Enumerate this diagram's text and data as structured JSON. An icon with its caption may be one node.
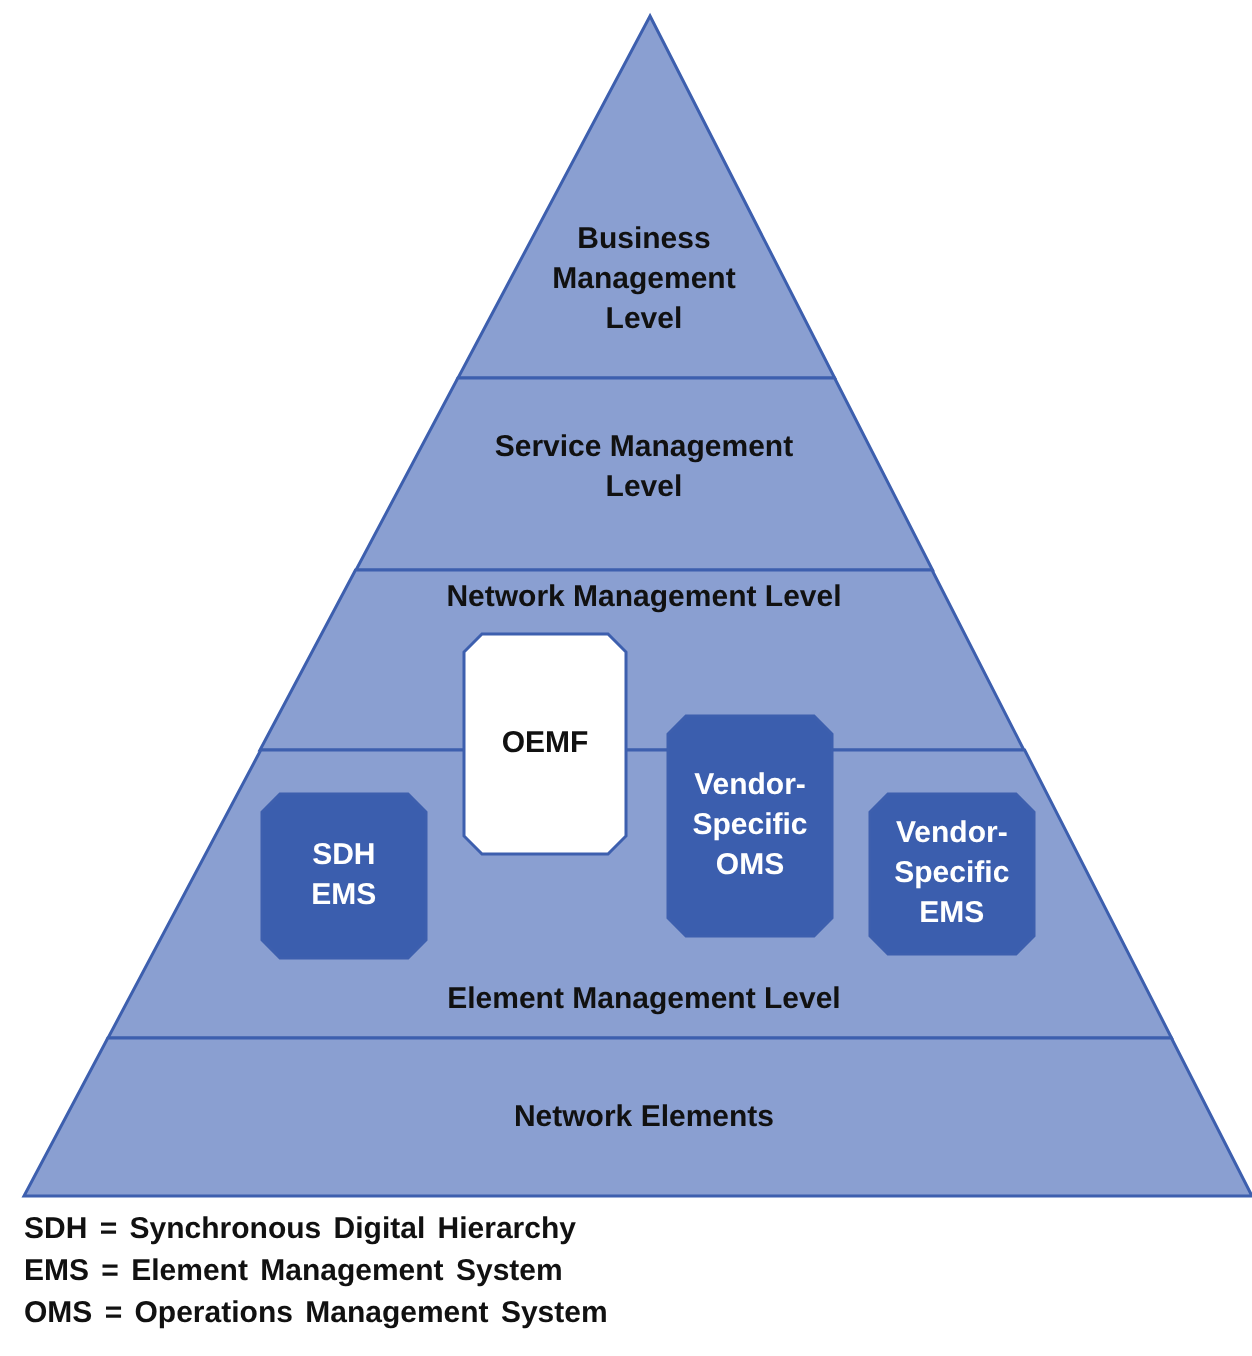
{
  "diagram": {
    "nodes": [
      {
        "text": [
          "Business Management Level"
        ]
      },
      {
        "text": [
          "Service Management Level"
        ]
      },
      {
        "text": [
          "Network Management Level"
        ]
      },
      {
        "text": [
          "Element Management Level"
        ]
      },
      {
        "text": [
          "Network Elements"
        ]
      },
      {
        "text": [
          "OEMF"
        ]
      },
      {
        "text": [
          "SDH EMS"
        ],
        "in": 3
      },
      {
        "text": [
          "Vendor-Specific OMS"
        ]
      },
      {
        "text": [
          "Vendor-Specific EMS"
        ],
        "in": 3
      }
    ],
    "labels": [
      "SDH = Synchronous Digital Hierarchy",
      "EMS = Element Management System",
      "OMS = Operations Management System"
    ]
  }
}
